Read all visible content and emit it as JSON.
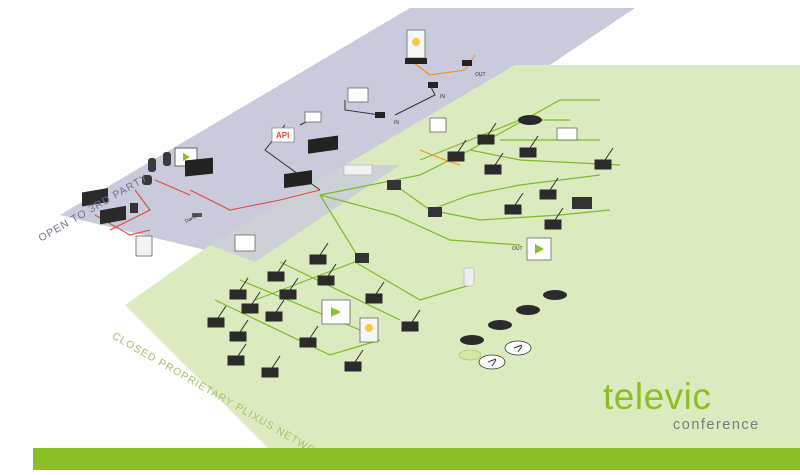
{
  "zones": {
    "open": {
      "label": "OPEN TO 3RD PARTY",
      "color": "#c9cbdc"
    },
    "closed": {
      "label": "CLOSED PROPRIETARY PLIXUS NETWORK",
      "color": "#dcebbf"
    }
  },
  "brand": {
    "name": "televic",
    "subtitle": "conference",
    "color": "#8cbf26"
  },
  "devices": {
    "api_tag": "API",
    "dante_tag": "Dante",
    "port_in": "IN",
    "port_out": "OUT",
    "wireless_icon": "wifi-icon",
    "delegate_icon": "microphone-icon",
    "camera_icon": "camera-icon",
    "monitor_icon": "monitor-icon"
  },
  "colors": {
    "cable_green": "#7dba2a",
    "cable_red": "#e2483b",
    "cable_orange": "#f28b22",
    "cable_dark": "#333333",
    "footer": "#8cbf26"
  }
}
